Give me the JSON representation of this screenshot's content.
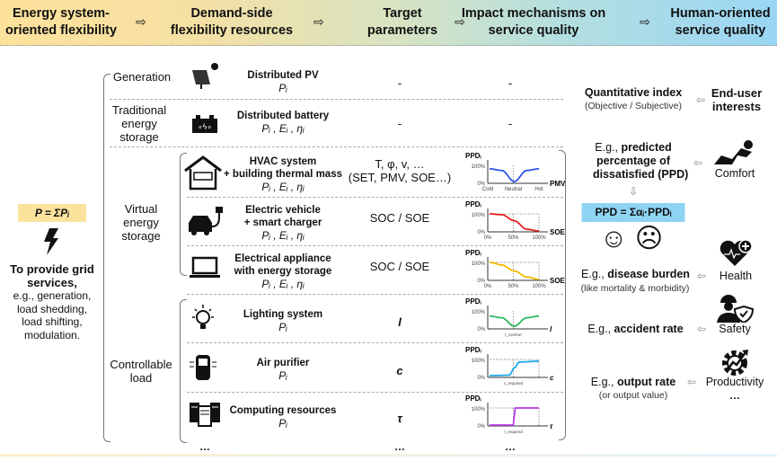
{
  "header": {
    "columns": [
      "Energy system-\noriented flexibility",
      "Demand-side\nflexibility resources",
      "Target\nparameters",
      "Impact mechanisms on\nservice quality",
      "Human-oriented\nservice quality"
    ],
    "arrow": "⇨"
  },
  "left": {
    "formula": "P = ΣPᵢ",
    "title": "To provide grid services,",
    "body": "e.g., generation,\nload shedding,\nload shifting,\nmodulation.",
    "icon": "lightning-icon"
  },
  "categories": {
    "generation": "Generation",
    "traditional": "Traditional\nenergy\nstorage",
    "virtual": "Virtual\nenergy\nstorage",
    "controllable": "Controllable\nload"
  },
  "resources": [
    {
      "name": "Distributed PV",
      "params": "Pᵢ",
      "target": "-",
      "impact": "-",
      "icon": "solar-panel-icon"
    },
    {
      "name": "Distributed battery",
      "params": "Pᵢ , Eᵢ , ηᵢ",
      "target": "-",
      "impact": "-",
      "icon": "battery-icon"
    },
    {
      "name": "HVAC system\n+ building thermal mass",
      "params": "Pᵢ , Eᵢ , ηᵢ",
      "target": "T, φ, v, …\n(SET, PMV, SOE…)",
      "icon": "house-ac-icon"
    },
    {
      "name": "Electric vehicle\n+ smart charger",
      "params": "Pᵢ , Eᵢ , ηᵢ",
      "target": "SOC / SOE",
      "icon": "car-plug-icon"
    },
    {
      "name": "Electrical appliance\nwith energy storage",
      "params": "Pᵢ , Eᵢ , ηᵢ",
      "target": "SOC / SOE",
      "icon": "laptop-icon"
    },
    {
      "name": "Lighting system",
      "params": "Pᵢ",
      "target": "l",
      "icon": "light-bulb-icon"
    },
    {
      "name": "Air purifier",
      "params": "Pᵢ",
      "target": "c",
      "icon": "air-purifier-icon"
    },
    {
      "name": "Computing resources",
      "params": "Pᵢ",
      "target": "τ",
      "icon": "server-icon"
    }
  ],
  "ellipsis": "…",
  "chart_data": [
    {
      "type": "line",
      "ylabel": "PPDᵢ",
      "yticks": [
        "100%",
        "0%"
      ],
      "xlabel": "PMV",
      "xticks": [
        "Cold",
        "Neutral",
        "Hot"
      ],
      "color": "#2f55e6",
      "shape": "valley",
      "x": [
        0,
        0.25,
        0.5,
        0.75,
        1
      ],
      "y": [
        80,
        70,
        5,
        70,
        80
      ]
    },
    {
      "type": "line",
      "ylabel": "PPDᵢ",
      "yticks": [
        "100%",
        "0%"
      ],
      "xlabel": "SOE",
      "xticks": [
        "0%",
        "50%",
        "100%"
      ],
      "color": "#e62020",
      "shape": "sdown",
      "x": [
        0,
        0.25,
        0.5,
        0.75,
        1
      ],
      "y": [
        100,
        95,
        60,
        10,
        0
      ]
    },
    {
      "type": "line",
      "ylabel": "PPDᵢ",
      "yticks": [
        "100%",
        "0%"
      ],
      "xlabel": "SOE",
      "xticks": [
        "0%",
        "50%",
        "100%"
      ],
      "color": "#f5b800",
      "shape": "sdown",
      "x": [
        0,
        0.25,
        0.5,
        0.75,
        1
      ],
      "y": [
        100,
        85,
        50,
        15,
        0
      ]
    },
    {
      "type": "line",
      "ylabel": "PPDᵢ",
      "yticks": [
        "100%",
        "0%"
      ],
      "xlabel": "l",
      "xticks": [
        "",
        "l_comfort",
        ""
      ],
      "color": "#2cb863",
      "shape": "valley",
      "x": [
        0,
        0.25,
        0.5,
        0.75,
        1
      ],
      "y": [
        70,
        60,
        10,
        60,
        70
      ]
    },
    {
      "type": "line",
      "ylabel": "PPDᵢ",
      "yticks": [
        "100%",
        "0%"
      ],
      "xlabel": "c",
      "xticks": [
        "",
        "c_required",
        ""
      ],
      "color": "#1ea8e8",
      "shape": "sup",
      "x": [
        0,
        0.4,
        0.5,
        0.6,
        1
      ],
      "y": [
        5,
        8,
        50,
        85,
        90
      ]
    },
    {
      "type": "line",
      "ylabel": "PPDᵢ",
      "yticks": [
        "100%",
        "0%"
      ],
      "xlabel": "τ",
      "xticks": [
        "",
        "τ_required",
        ""
      ],
      "color": "#b43be6",
      "shape": "step",
      "x": [
        0,
        0.48,
        0.52,
        1
      ],
      "y": [
        0,
        0,
        100,
        100
      ]
    }
  ],
  "right": {
    "index_title": "Quantitative index",
    "index_sub": "(Objective / Subjective)",
    "interests": "End-user\ninterests",
    "ppd_prefix": "E.g., ",
    "ppd_bold": "predicted\npercentage of\ndissatisfied (PPD)",
    "ppd_formula": "PPD = Σαᵢ·PPDᵢ",
    "comfort": "Comfort",
    "health": "Health",
    "safety": "Safety",
    "productivity": "Productivity",
    "disease_prefix": "E.g., ",
    "disease_bold": "disease burden",
    "disease_sub": "(like mortality & morbidity)",
    "accident_prefix": "E.g., ",
    "accident_bold": "accident rate",
    "output_prefix": "E.g., ",
    "output_bold": "output rate",
    "output_sub": "(or output value)",
    "smiles": "☺ ☹",
    "arrow": "⇦",
    "down_arrow": "⇩",
    "more": "…"
  }
}
